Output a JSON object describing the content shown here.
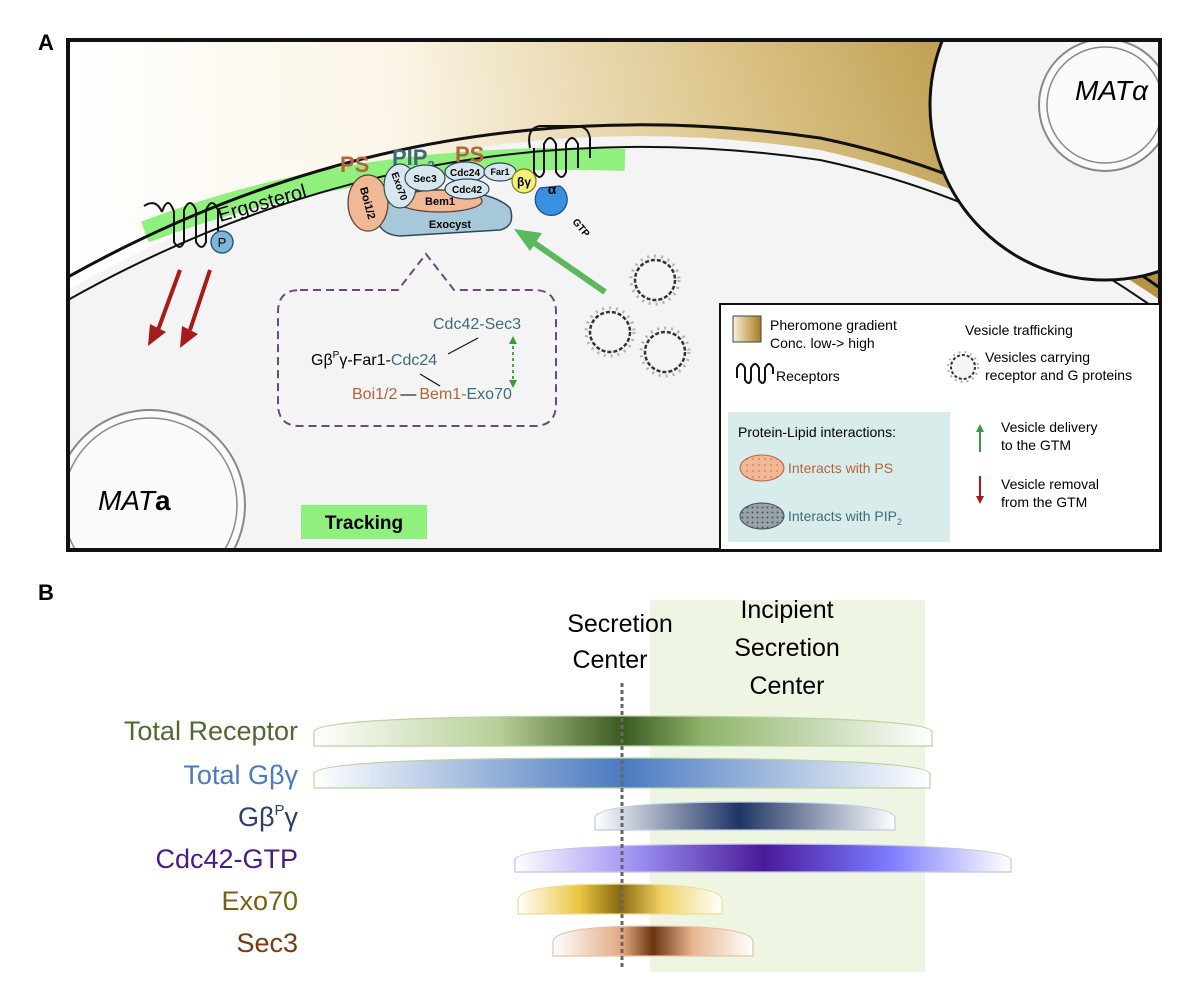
{
  "panelA": {
    "label": "A",
    "mat_alpha_prefix": "MAT",
    "mat_alpha_suffix": "α",
    "mat_a_prefix": "MAT",
    "mat_a_suffix": "a",
    "ergosterol": "Ergosterol",
    "ps_left": "PS",
    "pip_prefix": "PIP",
    "pip_sub": "2",
    "ps_right": "PS",
    "p_label": "P",
    "alpha_label": "α",
    "betagamma_label": "βγ",
    "gtp_label": "GTP",
    "proteins": {
      "boi": "Boi1/2",
      "exo70": "Exo70",
      "sec3": "Sec3",
      "cdc24": "Cdc24",
      "far1": "Far1",
      "cdc42": "Cdc42",
      "bem1": "Bem1",
      "exocyst": "Exocyst"
    },
    "callout": {
      "cdc42_sec3": "Cdc42-Sec3",
      "gbg_prefix": "Gβ",
      "gbg_sup": "P",
      "gbg_suffix": "γ-Far1-",
      "cdc24": "Cdc24",
      "boi": "Boi1/2",
      "dash": "—",
      "bem1": "Bem1-",
      "exo70": "Exo70"
    },
    "tracking": "Tracking",
    "legend": {
      "gradient_line1": "Pheromone gradient",
      "gradient_line2": "Conc. low-> high",
      "receptors": "Receptors",
      "vesicle_title": "Vesicle trafficking",
      "vesicles_line1": "Vesicles carrying",
      "vesicles_line2": "receptor and G proteins",
      "pli_title": "Protein-Lipid interactions:",
      "ps_interact": "Interacts with PS",
      "pip_interact_prefix": "Interacts with PIP",
      "pip_interact_sub": "2",
      "delivery_line1": "Vesicle delivery",
      "delivery_line2": "to the GTM",
      "removal_line1": "Vesicle removal",
      "removal_line2": "from the GTM"
    }
  },
  "panelB": {
    "label": "B",
    "secretion_center_line1": "Secretion",
    "secretion_center_line2": "Center",
    "incipient_line1": "Incipient",
    "incipient_line2": "Secretion",
    "incipient_line3": "Center",
    "rows": [
      {
        "label": "Total Receptor",
        "color": "#4f6a2e"
      },
      {
        "label_prefix": "Total Gβγ",
        "color": "#4a7ac0"
      },
      {
        "label_prefix": "Gβ",
        "label_sup": "P",
        "label_suffix": "γ",
        "color": "#2a3f6a"
      },
      {
        "label": "Cdc42-GTP",
        "color": "#4a1a8a"
      },
      {
        "label": "Exo70",
        "color": "#7a6010"
      },
      {
        "label": "Sec3",
        "color": "#7a3a10"
      }
    ]
  },
  "colors": {
    "membrane_green": "#8ff07e",
    "pheromone_gold": "#a57c1b",
    "vesicle_arrow_green": "#5cb85c",
    "removal_arrow_red": "#a81b1b",
    "ps_color": "#b5643a",
    "pip_color": "#3d6b7a"
  }
}
